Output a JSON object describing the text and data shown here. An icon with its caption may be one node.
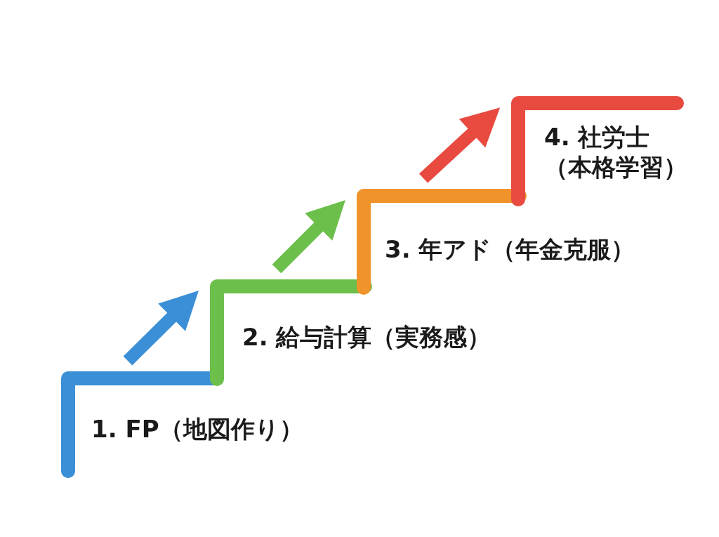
{
  "diagram": {
    "nodes": [
      {
        "text": [
          "1. FP（地図作り）"
        ]
      },
      {
        "text": [
          "2. 給与計算（実務感）"
        ]
      },
      {
        "text": [
          "3. 年アド（年金克服）"
        ]
      },
      {
        "text": [
          "4. 社労士（本格学習）"
        ]
      }
    ],
    "edges": [
      {
        "from": 0,
        "to": 1,
        "arrow": "to",
        "color": "#3a8fd6"
      },
      {
        "from": 1,
        "to": 2,
        "arrow": "to",
        "color": "#6cbf4a"
      },
      {
        "from": 2,
        "to": 3,
        "arrow": "to",
        "color": "#e84a3f"
      }
    ]
  }
}
